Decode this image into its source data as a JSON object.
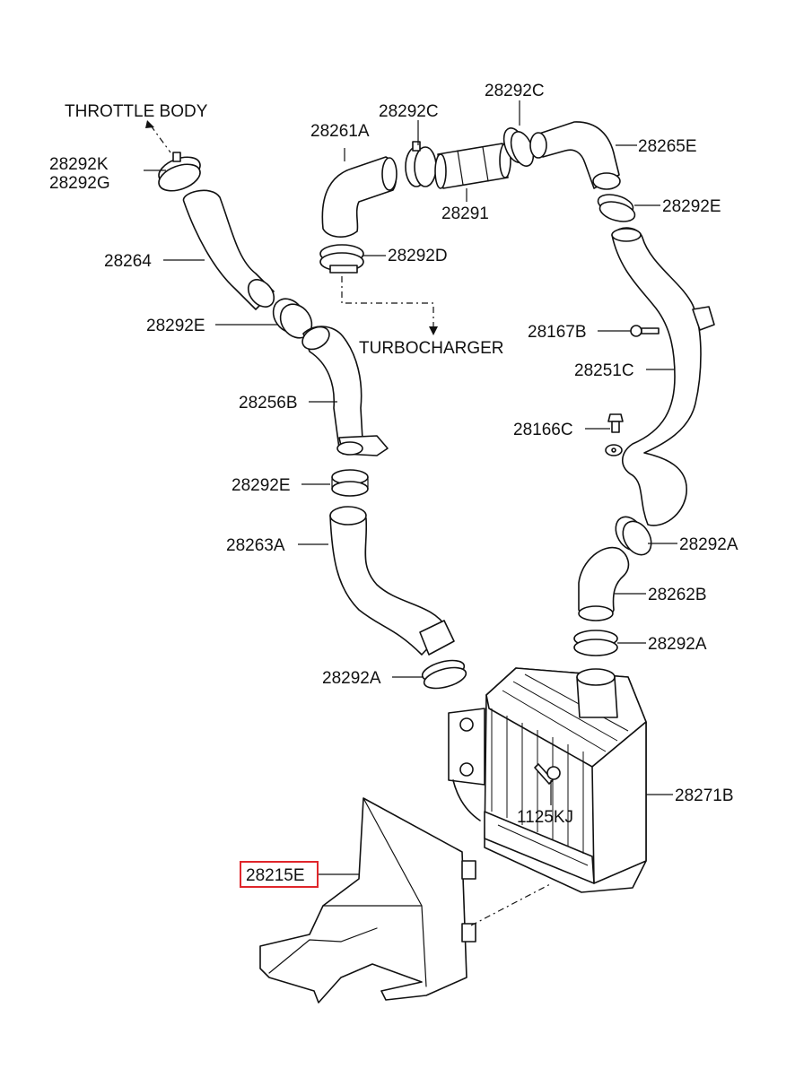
{
  "labels": {
    "throttle_body": "THROTTLE BODY",
    "p28292K": "28292K",
    "p28292G": "28292G",
    "p28264": "28264",
    "p28292E_left": "28292E",
    "p28256B": "28256B",
    "p28292E_mid": "28292E",
    "p28263A": "28263A",
    "p28292A_low": "28292A",
    "p28215E": "28215E",
    "p28261A": "28261A",
    "p28292C_left": "28292C",
    "p28291": "28291",
    "p28292D": "28292D",
    "turbocharger": "TURBOCHARGER",
    "p28292C_top": "28292C",
    "p28265E": "28265E",
    "p28292E_right": "28292E",
    "p28167B": "28167B",
    "p28251C": "28251C",
    "p28166C": "28166C",
    "p28292A_right": "28292A",
    "p28262B": "28262B",
    "p28292A_inter": "28292A",
    "p28271B": "28271B",
    "p1125KJ": "1125KJ"
  },
  "highlight": {
    "part": "28215E",
    "color": "#e0262b"
  }
}
